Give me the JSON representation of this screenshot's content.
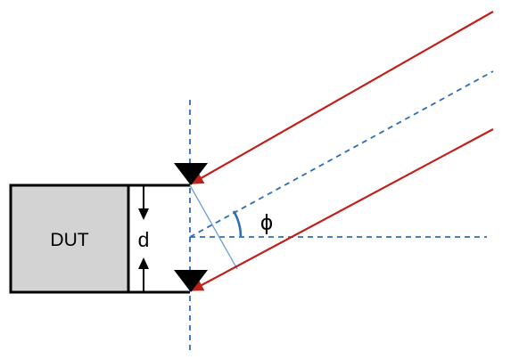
{
  "diagram": {
    "dut_label": "DUT",
    "separation_label": "d",
    "angle_label": "ϕ"
  },
  "colors": {
    "dut_fill": "#d3d3d3",
    "outline": "#000000",
    "ray": "#c0201b",
    "axis": "#2e6db4",
    "baseline": "#6a9fd8"
  }
}
